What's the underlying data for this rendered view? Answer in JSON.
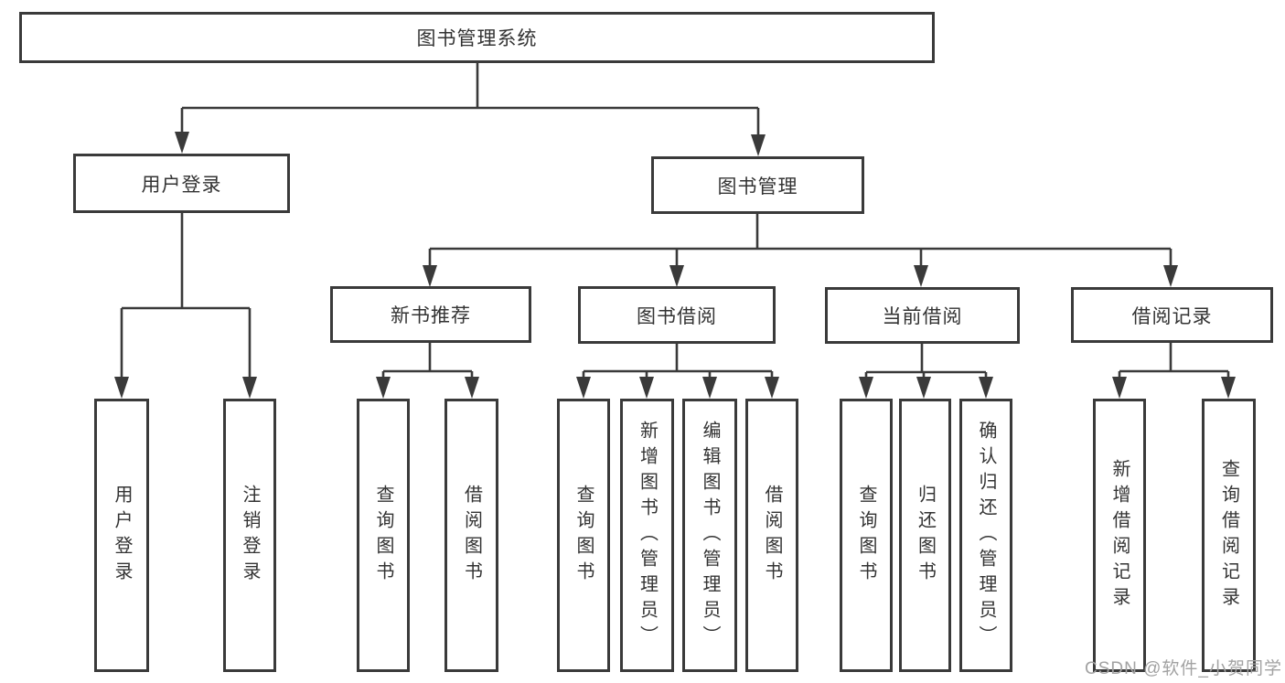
{
  "diagram": {
    "tree": {
      "root": {
        "label": "图书管理系统",
        "children": [
          {
            "label": "用户登录",
            "children": [
              {
                "label": "用户登录"
              },
              {
                "label": "注销登录"
              }
            ]
          },
          {
            "label": "图书管理",
            "children": [
              {
                "label": "新书推荐",
                "children": [
                  {
                    "label": "查询图书"
                  },
                  {
                    "label": "借阅图书"
                  }
                ]
              },
              {
                "label": "图书借阅",
                "children": [
                  {
                    "label": "查询图书"
                  },
                  {
                    "label": "新增图书（管理员）"
                  },
                  {
                    "label": "编辑图书（管理员）"
                  },
                  {
                    "label": "借阅图书"
                  }
                ]
              },
              {
                "label": "当前借阅",
                "children": [
                  {
                    "label": "查询图书"
                  },
                  {
                    "label": "归还图书"
                  },
                  {
                    "label": "确认归还（管理员）"
                  }
                ]
              },
              {
                "label": "借阅记录",
                "children": [
                  {
                    "label": "新增借阅记录"
                  },
                  {
                    "label": "查询借阅记录"
                  }
                ]
              }
            ]
          }
        ]
      }
    },
    "colors": {
      "box_border": "#3a3a3a",
      "connector_line": "#3a3a3a",
      "text": "#333333",
      "watermark_text": "#a2a2a2",
      "background": "#ffffff"
    }
  },
  "watermark": "CSDN @软件_小贺同学"
}
